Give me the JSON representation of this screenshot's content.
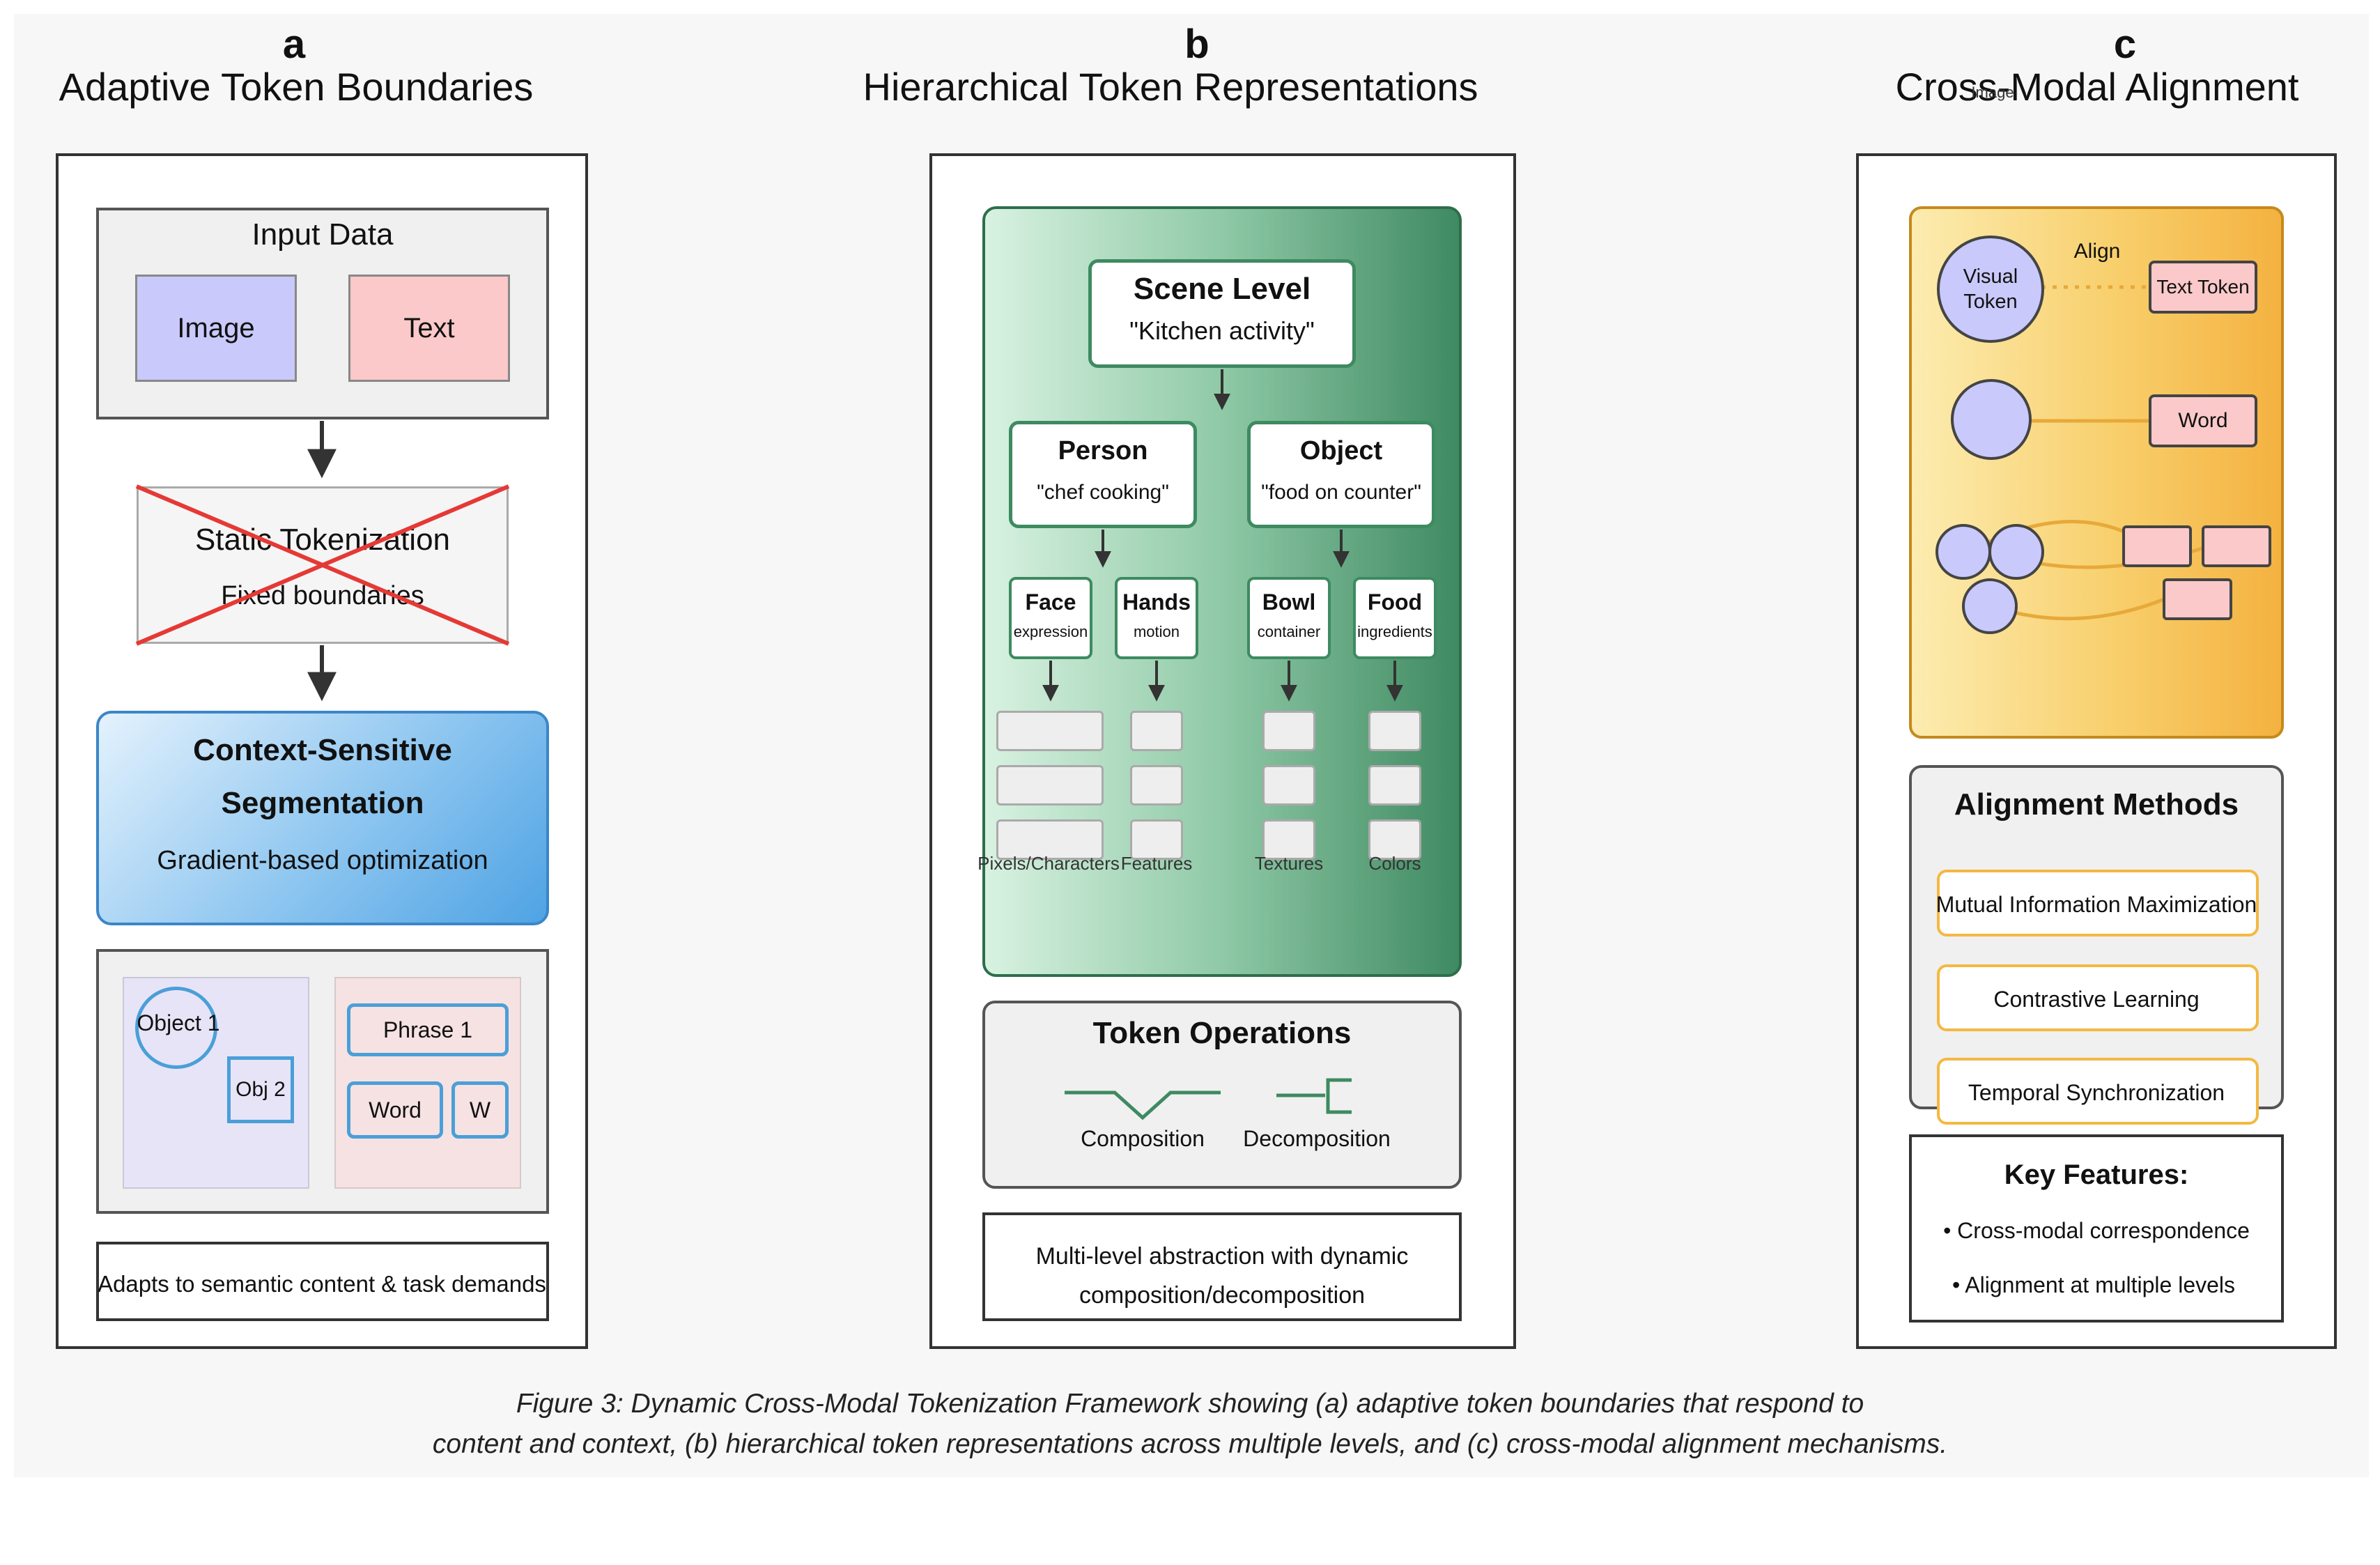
{
  "caption": {
    "line1": "Figure 3: Dynamic Cross-Modal Tokenization Framework showing (a) adaptive token boundaries that respond to",
    "line2": "content and context, (b) hierarchical token representations across multiple levels, and (c) cross-modal alignment mechanisms."
  },
  "panel_a": {
    "letter": "a",
    "title": "Adaptive Token Boundaries",
    "input_title": "Input Data",
    "image_label": "Image",
    "text_label": "Text",
    "static_title": "Static Tokenization",
    "static_sub": "Fixed boundaries",
    "context_title_1": "Context-Sensitive",
    "context_title_2": "Segmentation",
    "context_sub": "Gradient-based optimization",
    "object1": "Object 1",
    "obj2": "Obj 2",
    "phrase1": "Phrase 1",
    "word": "Word",
    "w": "W",
    "note": "Adapts to semantic content & task demands",
    "colors": {
      "image": "#c9c9fb",
      "text": "#fbc9c9",
      "blue": "#4a9fd8",
      "cross": "#e53935"
    }
  },
  "panel_b": {
    "letter": "b",
    "title": "Hierarchical Token Representations",
    "scene_title": "Scene Level",
    "scene_sub": "\"Kitchen activity\"",
    "person_title": "Person",
    "person_sub": "\"chef cooking\"",
    "object_title": "Object",
    "object_sub": "\"food on counter\"",
    "leaves": [
      {
        "title": "Face",
        "sub": "expression",
        "bottom": "Pixels/Characters"
      },
      {
        "title": "Hands",
        "sub": "motion",
        "bottom": "Features"
      },
      {
        "title": "Bowl",
        "sub": "container",
        "bottom": "Textures"
      },
      {
        "title": "Food",
        "sub": "ingredients",
        "bottom": "Colors"
      }
    ],
    "ops_title": "Token Operations",
    "composition": "Composition",
    "decomposition": "Decomposition",
    "note_1": "Multi-level abstraction with dynamic",
    "note_2": "composition/decomposition",
    "colors": {
      "green_dark": "#3e8a61",
      "green_light": "#cdeed8"
    }
  },
  "panel_c": {
    "letter": "c",
    "title": "Cross-Modal Alignment",
    "title_overlap": "Image",
    "align": "Align",
    "visual_token": "Visual Token",
    "text_token": "Text Token",
    "word": "Word",
    "methods_title": "Alignment Methods",
    "methods": [
      "Mutual Information Maximization",
      "Contrastive Learning",
      "Temporal Synchronization"
    ],
    "features_title": "Key Features:",
    "features": [
      "• Cross-modal correspondence",
      "• Alignment at multiple levels"
    ],
    "colors": {
      "yellow_light": "#fbe7a2",
      "yellow_dark": "#f4b842",
      "circle": "#c9c9fb",
      "rect": "#fbc9c9"
    }
  }
}
